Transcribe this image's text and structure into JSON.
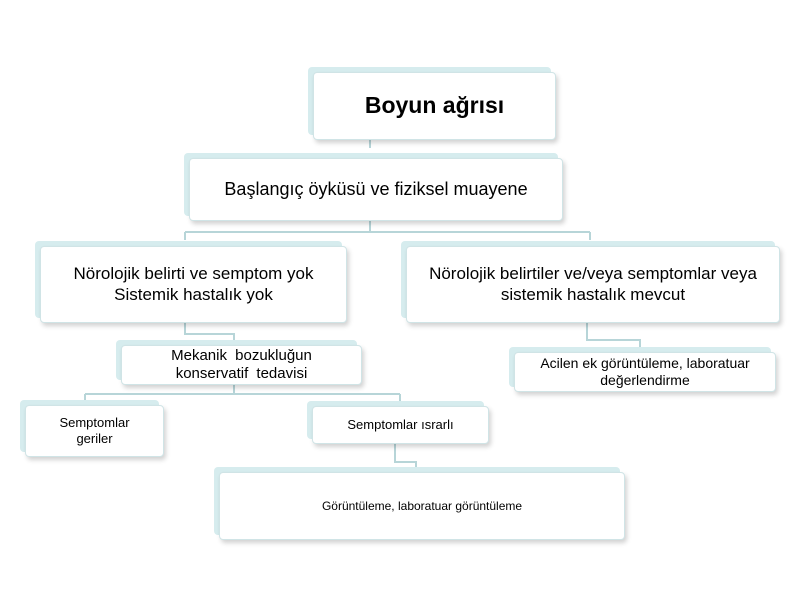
{
  "diagram": {
    "root": "Boyun ağrısı",
    "initial_eval": "Başlangıç öyküsü ve fiziksel muayene",
    "no_findings": {
      "line1": "Nörolojik belirti ve semptom yok",
      "line2": "Sistemik hastalık yok"
    },
    "findings_present": "Nörolojik belirtiler ve/veya semptomlar veya sistemik hastalık mevcut",
    "conservative": "Mekanik bozukluğun konservatif tedavisi",
    "urgent_imaging": "Acilen ek görüntüleme, laboratuar değerlendirme",
    "symptoms_resolve": "Semptomlar geriler",
    "symptoms_persist": "Semptomlar ısrarlı",
    "imaging_lab": "Görüntüleme, laboratuar görüntüleme"
  },
  "colors": {
    "shadow": "#d6ecee",
    "border": "#d0e4e6",
    "connector": "#b7d5d8"
  }
}
